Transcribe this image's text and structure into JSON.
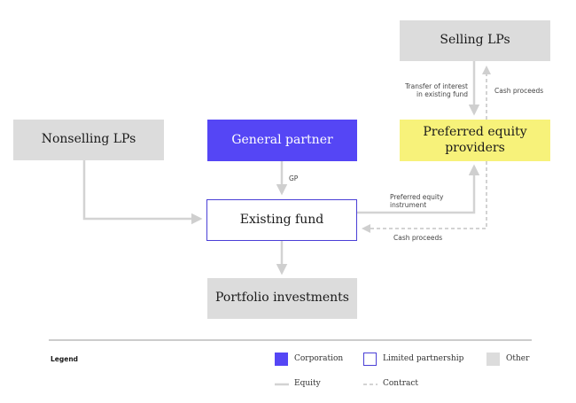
{
  "nodes": {
    "selling_lps": "Selling LPs",
    "nonselling_lps": "Nonselling LPs",
    "general_partner": "General partner",
    "preferred_equity_line1": "Preferred equity",
    "preferred_equity_line2": "providers",
    "existing_fund": "Existing fund",
    "portfolio_investments": "Portfolio investments"
  },
  "edge_labels": {
    "transfer_line1": "Transfer of interest",
    "transfer_line2": "in existing fund",
    "cash_proceeds_top": "Cash proceeds",
    "gp": "GP",
    "pref_instrument_line1": "Preferred equity",
    "pref_instrument_line2": "instrument",
    "cash_proceeds_bottom": "Cash proceeds"
  },
  "legend": {
    "title": "Legend",
    "corporation": "Corporation",
    "limited_partnership": "Limited partnership",
    "other": "Other",
    "equity": "Equity",
    "contract": "Contract"
  },
  "colors": {
    "corporation": "#5546f5",
    "limited_partnership_border": "#4a3fd6",
    "other": "#dcdcdc",
    "preferred_equity_providers": "#f7f27a",
    "connector": "#d3d3d3"
  }
}
